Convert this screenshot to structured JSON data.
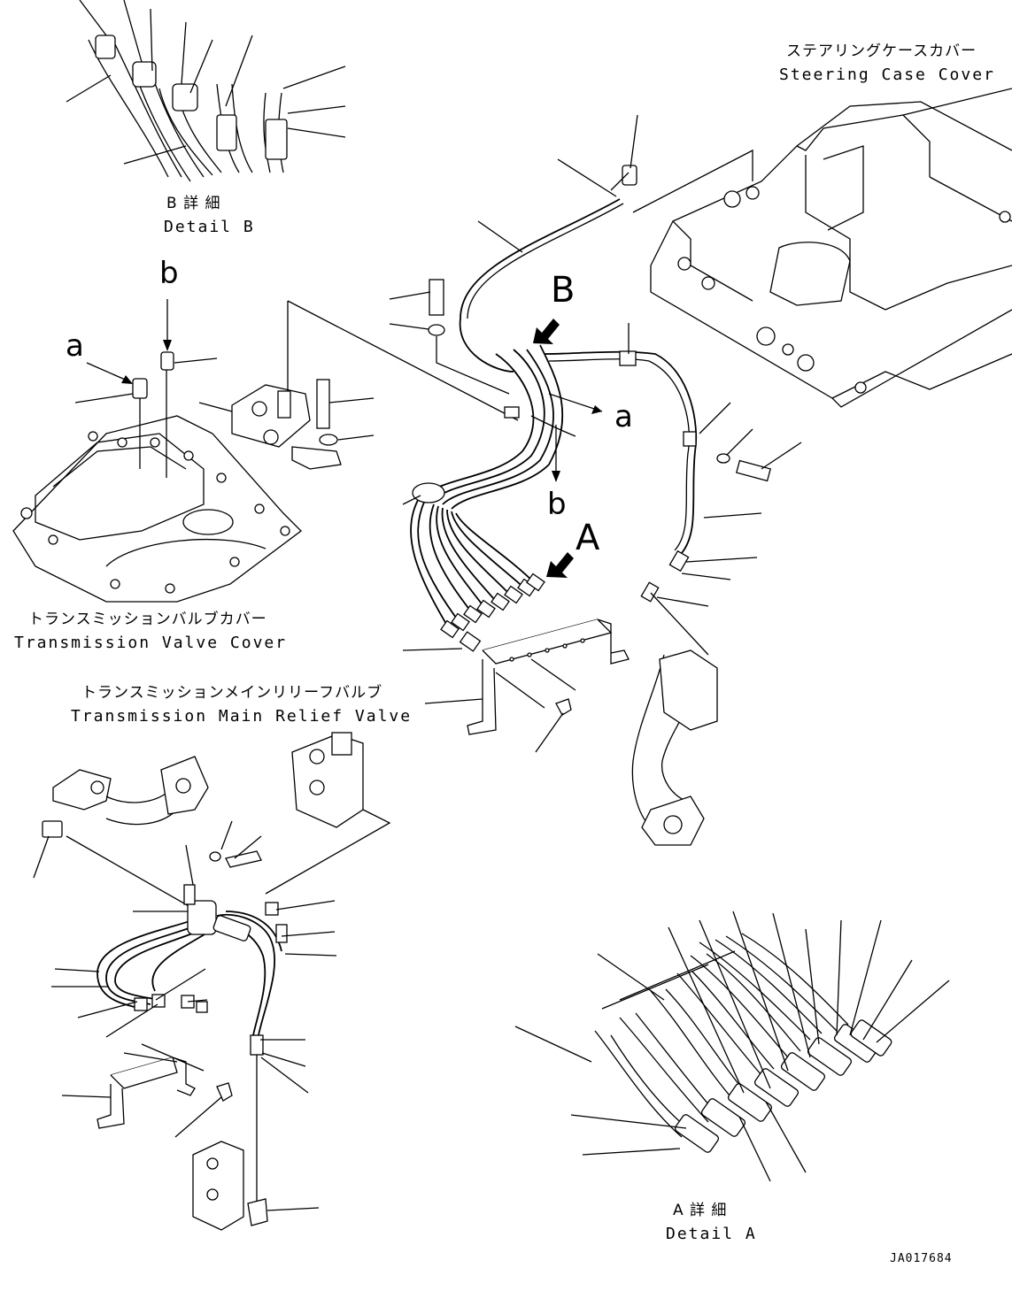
{
  "labels": {
    "steering_jp": "ステアリングケースカバー",
    "steering_en": "Steering Case Cover",
    "detail_b_jp": "B 詳 細",
    "detail_b_en": "Detail B",
    "trans_valve_jp": "トランスミッションバルブカバー",
    "trans_valve_en": "Transmission Valve Cover",
    "relief_jp": "トランスミッションメインリリーフバルブ",
    "relief_en": "Transmission Main Relief Valve",
    "detail_a_jp": "A 詳 細",
    "detail_a_en": "Detail A",
    "drawing_code": "JA017684"
  },
  "callouts": {
    "big_a": "A",
    "big_b": "B",
    "small_a_left": "a",
    "small_b_left": "b",
    "small_a_right": "a",
    "small_b_right": "b"
  }
}
